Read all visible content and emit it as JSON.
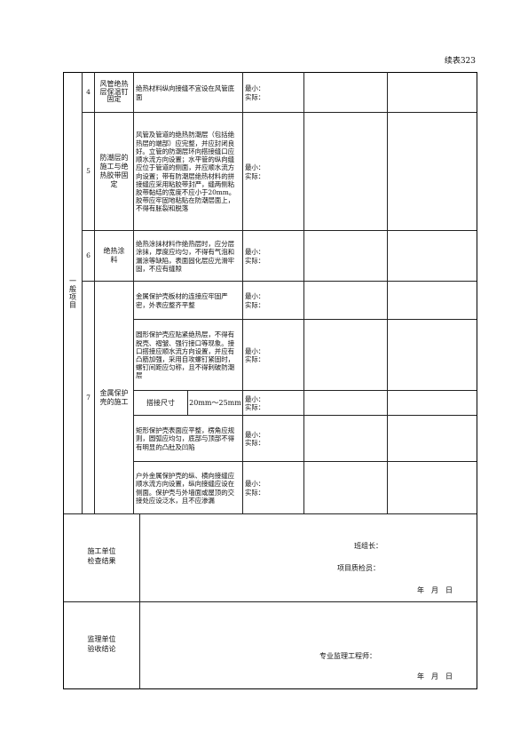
{
  "page": {
    "continuation": "续表323"
  },
  "general_group": {
    "label_chars": [
      "一",
      "般",
      "项",
      "目"
    ]
  },
  "items": [
    {
      "no": "4",
      "name": "风管绝热层保温钉固定",
      "requirement": "绝热材料纵向接缝不宜设在风管底面",
      "min_label": "最小：",
      "actual_label": "实际："
    },
    {
      "no": "5",
      "name": "防潮层的施工与绝热胶带固定",
      "requirement": "风管及管道的绝热防潮层（包括绝热层的端部）应完整，并应封闭良好。立管的防潮层环向搭接缝口应顺水流方向设置；水平管的纵向缝应位于管道的侧面，并应顺水流方向设置；带有防潮层绝热材料的拼接缝应采用粘胶带封严，缝两侧粘胶带黏结的宽度不应小于20mm。胶带应牢固地粘贴在防潮层面上，不得有胀裂和脱落",
      "min_label": "最小：",
      "actual_label": "实际："
    },
    {
      "no": "6",
      "name": "绝热涂料",
      "requirement": "绝热涂抹材料作绝热层时，应分层涂抹，厚度应均匀，不得有气泡和漏涂等缺陷，表面固化层应光滑牢固，不应有缝隙",
      "min_label": "最小：",
      "actual_label": "实际："
    },
    {
      "no": "7",
      "name": "金属保护壳的施工",
      "sub": [
        {
          "requirement": "金属保护壳板材的连接应牢固严密，外表应整齐平整",
          "min_label": "最小：",
          "actual_label": "实际："
        },
        {
          "requirement": "圆形保护壳应贴紧绝热层，不得有脱壳、褶皱、强行接口等现象。接口搭接应顺水流方向设置，并应有凸筋加强，采用自攻螺钉紧固时，螺钉间距应匀称，且不得刺破防潮层",
          "min_label": "最小：",
          "actual_label": "实际："
        },
        {
          "requirement": "搭接尺寸",
          "value": "20mm～25mm",
          "min_label": "最小：",
          "actual_label": "实际："
        },
        {
          "requirement": "矩形保护壳表面应平整，楞角应规则，圆弧应均匀，底部与顶部不得有明显的凸肚及凹陷",
          "min_label": "最小：",
          "actual_label": "实际："
        },
        {
          "requirement": "户外金属保护壳的纵、横向接缝应顺水流方向设置，纵向接缝应设在侧面。保护壳与外墙面或屋顶的交接处应设泛水，且不应渗漏",
          "min_label": "最小：",
          "actual_label": "实际："
        }
      ]
    }
  ],
  "construction_check": {
    "label_line1": "施工单位",
    "label_line2": "检查结果",
    "team_leader": "班组长：",
    "quality_inspector": "项目质检员：",
    "date": "年　月　日"
  },
  "supervision_accept": {
    "label_line1": "监理单位",
    "label_line2": "验收结论",
    "engineer": "专业监理工程师：",
    "date": "年　月　日"
  }
}
